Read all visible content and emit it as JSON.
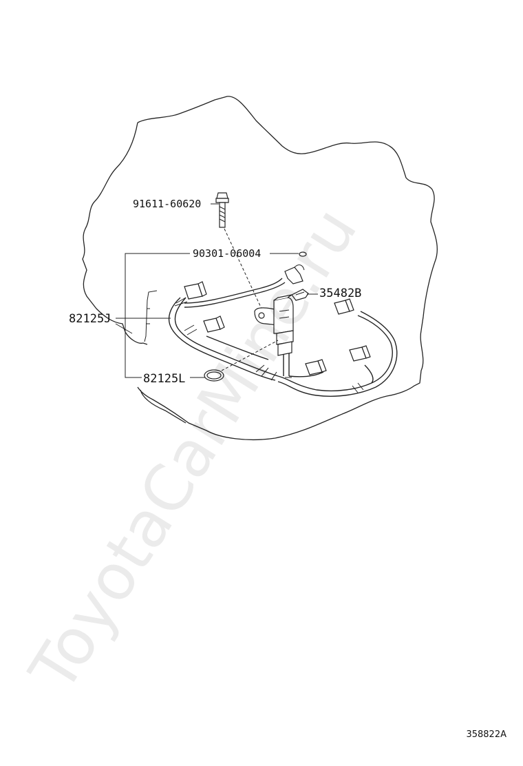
{
  "watermark": "ToyotaCarMine.ru",
  "figure_number": "358822A",
  "callouts": {
    "bolt": "91611-60620",
    "clamp": "90301-06004",
    "clip": "35482B",
    "harness": "82125J",
    "oring": "82125L"
  }
}
